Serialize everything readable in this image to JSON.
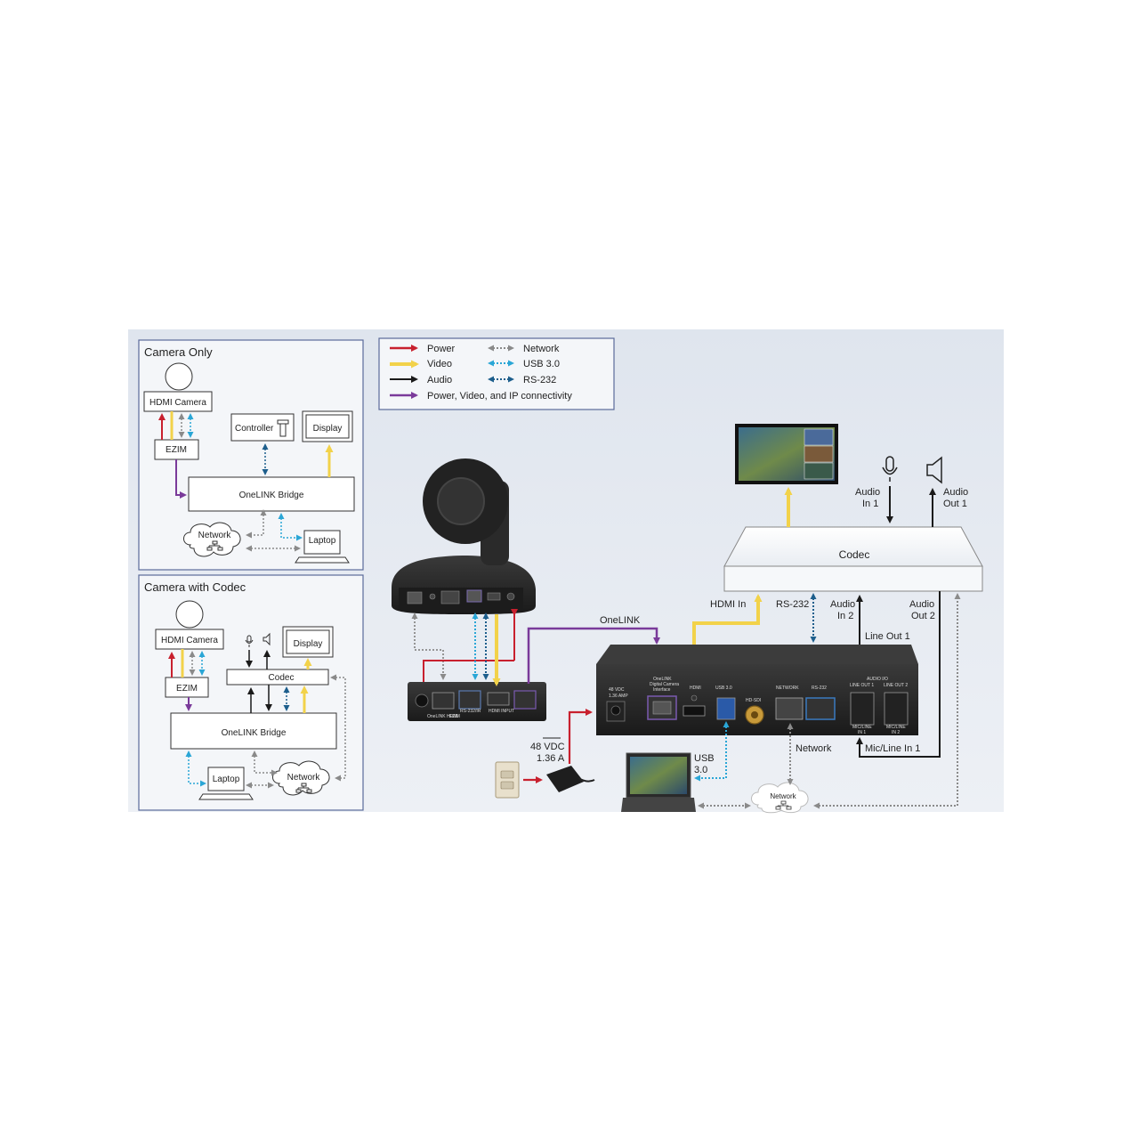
{
  "legend": {
    "items": [
      {
        "key": "power",
        "label": "Power",
        "color": "#c8202e"
      },
      {
        "key": "video",
        "label": "Video",
        "color": "#f2d24a"
      },
      {
        "key": "audio",
        "label": "Audio",
        "color": "#1a1a1a"
      },
      {
        "key": "pvip",
        "label": "Power, Video, and IP connectivity",
        "color": "#7a3a9a"
      },
      {
        "key": "network",
        "label": "Network",
        "color": "#8a8a8a"
      },
      {
        "key": "usb",
        "label": "USB 3.0",
        "color": "#2aa6d6"
      },
      {
        "key": "rs232",
        "label": "RS-232",
        "color": "#1d5e8c"
      }
    ]
  },
  "panel1": {
    "title": "Camera Only",
    "hdmi_camera": "HDMI Camera",
    "ezim": "EZIM",
    "controller": "Controller",
    "display": "Display",
    "bridge": "OneLINK Bridge",
    "network": "Network",
    "laptop": "Laptop"
  },
  "panel2": {
    "title": "Camera with Codec",
    "hdmi_camera": "HDMI Camera",
    "ezim": "EZIM",
    "codec": "Codec",
    "display": "Display",
    "bridge": "OneLINK Bridge",
    "laptop": "Laptop",
    "network": "Network"
  },
  "main": {
    "codec": "Codec",
    "audio_in_1": [
      "Audio",
      "In 1"
    ],
    "audio_out_1": [
      "Audio",
      "Out 1"
    ],
    "hdmi_in": "HDMI In",
    "rs232": "RS-232",
    "audio_in_2": [
      "Audio",
      "In 2"
    ],
    "audio_out_2": [
      "Audio",
      "Out 2"
    ],
    "line_out_1": "Line Out 1",
    "mic_line_in_1": "Mic/Line In 1",
    "onelink": "OneLINK",
    "network": "Network",
    "usb30": [
      "USB",
      "3.0"
    ],
    "power_supply": [
      "48 VDC",
      "1.36 A"
    ],
    "network_cloud": "Network"
  },
  "device_labels": {
    "vdc": [
      "48 VDC",
      "1.36 AMP"
    ],
    "onelink_port": [
      "OneLINK",
      "Digital Camera",
      "Interface"
    ],
    "hdmi": "HDMI",
    "usb": "USB 3.0",
    "hdsdi": "HD-SDI",
    "network": "NETWORK",
    "rs232": "RS-232",
    "audio_io": "AUDIO I/O",
    "line_out_1": "LINE OUT 1",
    "line_out_2": "LINE OUT 2",
    "mic_line_1": [
      "MIC/LINE",
      "IN 1"
    ],
    "mic_line_2": [
      "MIC/LINE",
      "IN 2"
    ],
    "rear_camera": [
      "OneLINK HDMI",
      "EZIM",
      "RS-232/IR",
      "HDMI INPUT"
    ]
  }
}
